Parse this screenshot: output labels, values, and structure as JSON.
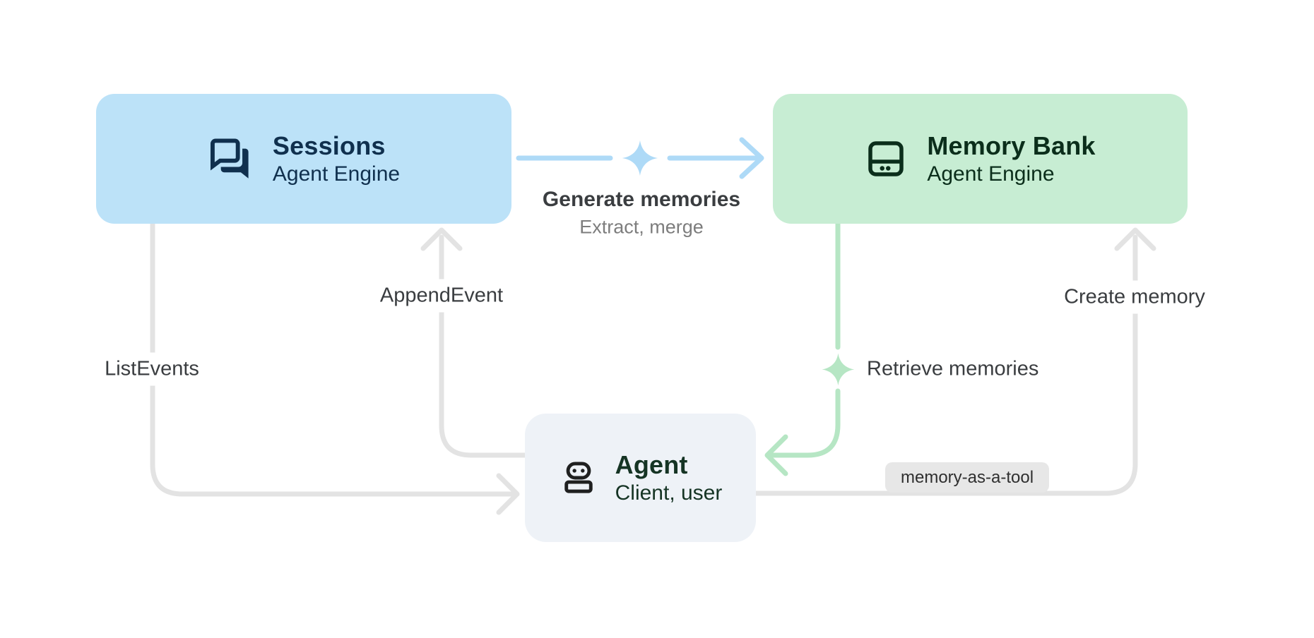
{
  "diagram": {
    "background": "#ffffff",
    "nodes": {
      "sessions": {
        "title": "Sessions",
        "subtitle": "Agent Engine",
        "bg": "#bce2f8",
        "color": "#10304e",
        "icon": "chat-icon"
      },
      "memory_bank": {
        "title": "Memory Bank",
        "subtitle": "Agent Engine",
        "bg": "#c7edd3",
        "color": "#0b2e1b",
        "icon": "storage-icon"
      },
      "agent": {
        "title": "Agent",
        "subtitle": "Client, user",
        "bg": "#eef2f7",
        "color": "#153424",
        "icon_color": "#1f2020",
        "icon": "robot-icon"
      }
    },
    "edges": {
      "generate_memories": {
        "label": "Generate memories",
        "sublabel": "Extract, merge",
        "color": "#aedaf7",
        "from": "sessions",
        "to": "memory_bank"
      },
      "append_event": {
        "label": "AppendEvent",
        "color": "#e3e3e3",
        "from": "agent",
        "to": "sessions"
      },
      "list_events": {
        "label": "ListEvents",
        "color": "#e3e3e3",
        "from": "sessions",
        "to": "agent"
      },
      "create_memory": {
        "label": "Create memory",
        "badge": "memory-as-a-tool",
        "color": "#e3e3e3",
        "from": "agent",
        "to": "memory_bank"
      },
      "retrieve_memories": {
        "label": "Retrieve memories",
        "color": "#b6e6c4",
        "from": "memory_bank",
        "to": "agent"
      }
    },
    "text": {
      "label_color": "#3a3d40",
      "sublabel_color": "#7d7d7d",
      "badge_bg": "#e7e7e7",
      "badge_color": "#2f2f2f"
    }
  }
}
